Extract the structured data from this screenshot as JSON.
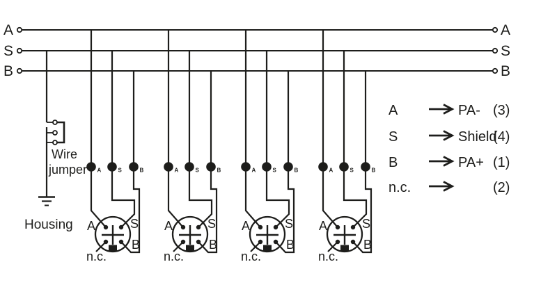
{
  "colors": {
    "ink": "#1d1d1b",
    "background": "#ffffff"
  },
  "bus": {
    "left_labels": [
      "A",
      "S",
      "B"
    ],
    "right_labels": [
      "A",
      "S",
      "B"
    ]
  },
  "jumper": {
    "label_line1": "Wire",
    "label_line2": "jumper"
  },
  "ground": {
    "label": "Housing"
  },
  "connectors": [
    {
      "terminal_labels": [
        "A",
        "S",
        "B"
      ],
      "pin_labels": {
        "a": "A",
        "s": "S",
        "b": "B",
        "nc": "n.c."
      }
    },
    {
      "terminal_labels": [
        "A",
        "S",
        "B"
      ],
      "pin_labels": {
        "a": "A",
        "s": "S",
        "b": "B",
        "nc": "n.c."
      }
    },
    {
      "terminal_labels": [
        "A",
        "S",
        "B"
      ],
      "pin_labels": {
        "a": "A",
        "s": "S",
        "b": "B",
        "nc": "n.c."
      }
    },
    {
      "terminal_labels": [
        "A",
        "S",
        "B"
      ],
      "pin_labels": {
        "a": "A",
        "s": "S",
        "b": "B",
        "nc": "n.c."
      }
    }
  ],
  "legend": {
    "rows": [
      {
        "signal": "A",
        "target": "PA-",
        "pin": "(3)"
      },
      {
        "signal": "S",
        "target": "Shield",
        "pin": "(4)"
      },
      {
        "signal": "B",
        "target": "PA+",
        "pin": "(1)"
      },
      {
        "signal": "n.c.",
        "target": "",
        "pin": "(2)"
      }
    ]
  }
}
